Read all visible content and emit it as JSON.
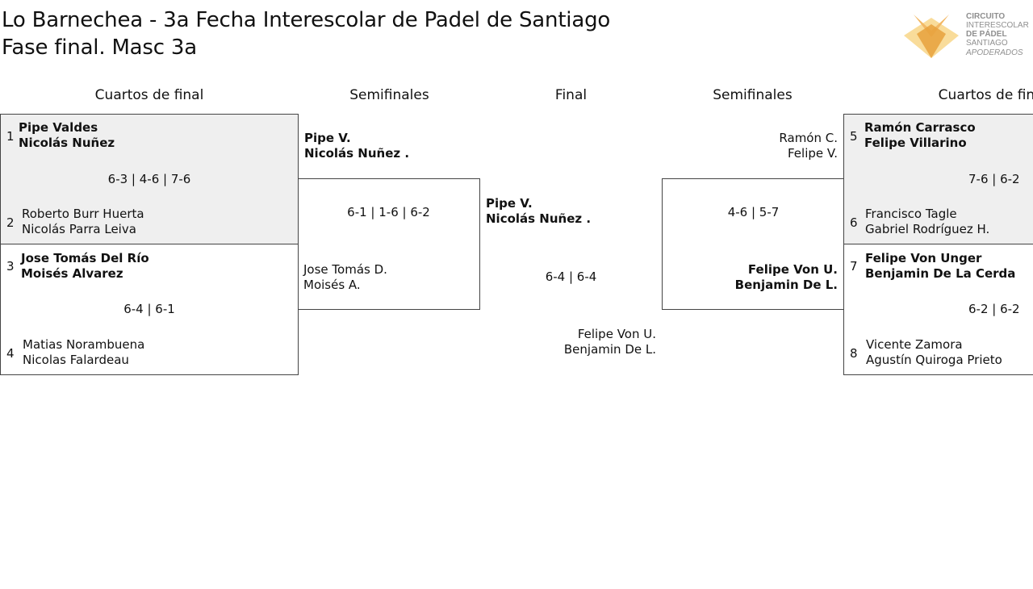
{
  "header": {
    "title_line1": "Lo Barnechea - 3a Fecha Interescolar de Padel de Santiago",
    "title_line2": "Fase final. Masc 3a"
  },
  "logo": {
    "line1": "CIRCUITO",
    "line2": "INTERESCOLAR",
    "line3": "DE PÁDEL",
    "line4": "SANTIAGO",
    "line5": "APODERADOS",
    "colors": [
      "#f5c26b",
      "#e8a13c",
      "#ef8b2c"
    ]
  },
  "rounds": {
    "left_quarters": "Cuartos de final",
    "left_semis": "Semifinales",
    "final": "Final",
    "right_semis": "Semifinales",
    "right_quarters": "Cuartos de final"
  },
  "quarterfinals": [
    {
      "top": {
        "seed": "1",
        "p1": "Pipe Valdes",
        "p2": "Nicolás Nuñez"
      },
      "bottom": {
        "seed": "2",
        "p1": "Roberto Burr Huerta",
        "p2": "Nicolás Parra Leiva"
      },
      "score": "6-3 | 4-6 | 7-6"
    },
    {
      "top": {
        "seed": "3",
        "p1": "Jose Tomás Del Río",
        "p2": "Moisés Alvarez"
      },
      "bottom": {
        "seed": "4",
        "p1": "Matias Norambuena",
        "p2": "Nicolas Falardeau"
      },
      "score": "6-4 | 6-1"
    },
    {
      "top": {
        "seed": "5",
        "p1": "Ramón Carrasco",
        "p2": "Felipe Villarino"
      },
      "bottom": {
        "seed": "6",
        "p1": "Francisco Tagle",
        "p2": "Gabriel Rodríguez H."
      },
      "score": "7-6 | 6-2"
    },
    {
      "top": {
        "seed": "7",
        "p1": "Felipe Von Unger",
        "p2": "Benjamin De La Cerda"
      },
      "bottom": {
        "seed": "8",
        "p1": "Vicente Zamora",
        "p2": "Agustín Quiroga Prieto"
      },
      "score": "6-2 | 6-2"
    }
  ],
  "semifinals": [
    {
      "top": {
        "p1": "Pipe V.",
        "p2": "Nicolás Nuñez ."
      },
      "bottom": {
        "p1": "Jose Tomás D.",
        "p2": "Moisés A."
      },
      "score": "6-1 | 1-6 | 6-2"
    },
    {
      "top": {
        "p1": "Ramón C.",
        "p2": "Felipe V."
      },
      "bottom": {
        "p1": "Felipe Von U.",
        "p2": "Benjamin De L."
      },
      "score": "4-6 | 5-7"
    }
  ],
  "final": {
    "top": {
      "p1": "Pipe V.",
      "p2": "Nicolás Nuñez ."
    },
    "bottom": {
      "p1": "Felipe Von U.",
      "p2": "Benjamin De L."
    },
    "score": "6-4 | 6-4"
  }
}
